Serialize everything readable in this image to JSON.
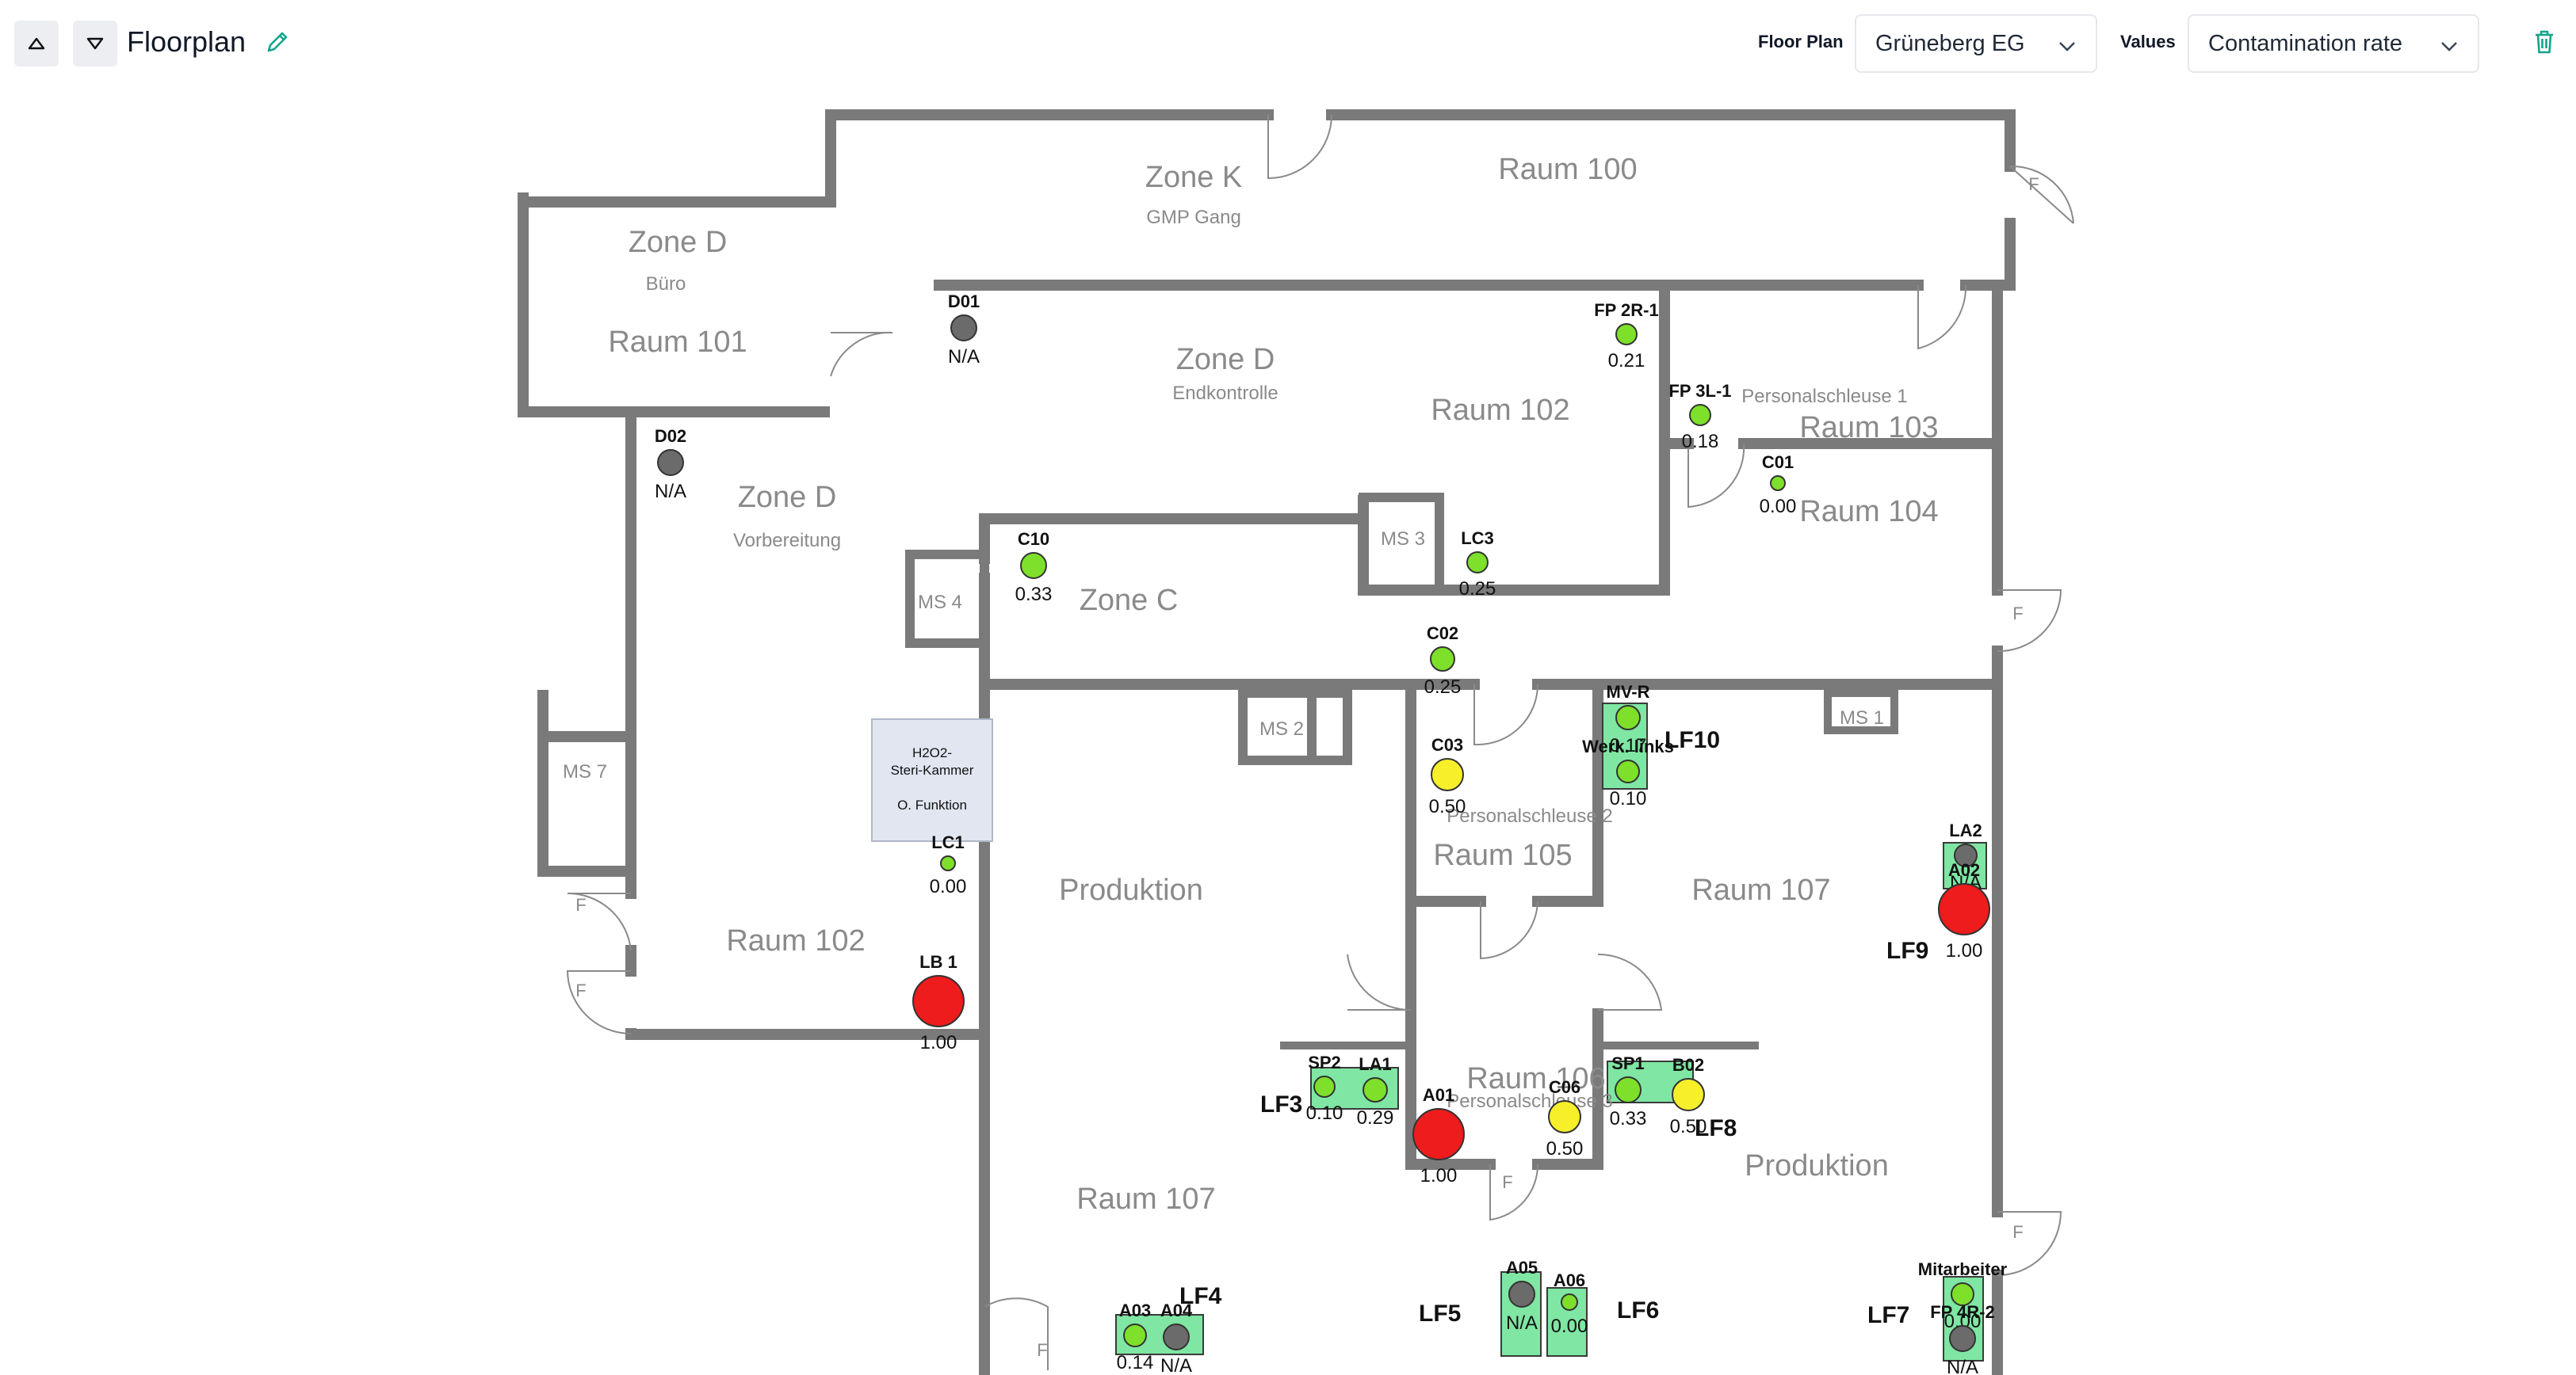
{
  "header": {
    "title": "Floorplan",
    "floor_plan_label": "Floor Plan",
    "floor_plan_value": "Grüneberg EG",
    "values_label": "Values",
    "values_value": "Contamination rate"
  },
  "icons": {
    "up": "triangle-up-icon",
    "down": "triangle-down-icon",
    "edit": "pencil-icon",
    "chevron": "chevron-down-icon",
    "delete": "trash-icon"
  },
  "colors": {
    "accent": "#15a38a",
    "wall": "#7a7a7a",
    "sensor_green": "#7ee02a",
    "sensor_yellow": "#f6ef2a",
    "sensor_red": "#ee1c1c",
    "sensor_gray": "#6b6b6b",
    "zone_box": "#7fe6a3"
  },
  "plan": {
    "rooms": [
      {
        "name": "Zone K",
        "size": 38
      },
      {
        "name": "GMP Gang",
        "size": 24,
        "sub": true
      },
      {
        "name": "Raum 100",
        "size": 38
      },
      {
        "name": "Zone D",
        "size": 38
      },
      {
        "name": "Büro",
        "size": 24,
        "sub": true
      },
      {
        "name": "Raum 101",
        "size": 38
      },
      {
        "name": "Zone D",
        "size": 38
      },
      {
        "name": "Endkontrolle",
        "size": 24,
        "sub": true
      },
      {
        "name": "Raum 102",
        "size": 38
      },
      {
        "name": "Personalschleuse  1",
        "size": 24,
        "sub": true
      },
      {
        "name": "Raum 103",
        "size": 38
      },
      {
        "name": "Raum 104",
        "size": 38
      },
      {
        "name": "Zone D",
        "size": 38
      },
      {
        "name": "Vorbereitung",
        "size": 24,
        "sub": true
      },
      {
        "name": "Zone C",
        "size": 38
      },
      {
        "name": "MS 3",
        "size": 24,
        "sub": true
      },
      {
        "name": "MS 4",
        "size": 24,
        "sub": true
      },
      {
        "name": "MS 2",
        "size": 24,
        "sub": true
      },
      {
        "name": "MS 1",
        "size": 24,
        "sub": true
      },
      {
        "name": "MS 7",
        "size": 24,
        "sub": true
      },
      {
        "name": "Personalschleuse  2",
        "size": 24,
        "sub": true
      },
      {
        "name": "Raum 105",
        "size": 38
      },
      {
        "name": "Produktion",
        "size": 38
      },
      {
        "name": "Raum 107",
        "size": 38
      },
      {
        "name": "Raum 102",
        "size": 38
      },
      {
        "name": "Raum 106",
        "size": 38
      },
      {
        "name": "Personalschleuse  3",
        "size": 24,
        "sub": true
      },
      {
        "name": "Produktion",
        "size": 38
      },
      {
        "name": "Raum 107",
        "size": 38
      }
    ],
    "door_labels": [
      "F",
      "F",
      "F",
      "F",
      "F",
      "F",
      "F"
    ],
    "steri_box": {
      "line1": "H2O2-",
      "line2": "Steri-Kammer",
      "line3": "O. Funktion"
    },
    "sensors": [
      {
        "label": "D01",
        "value": "N/A",
        "status": "gray"
      },
      {
        "label": "D02",
        "value": "N/A",
        "status": "gray"
      },
      {
        "label": "FP 2R-1",
        "value": "0.21",
        "status": "green"
      },
      {
        "label": "FP 3L-1",
        "value": "0.18",
        "status": "green"
      },
      {
        "label": "C01",
        "value": "0.00",
        "status": "green"
      },
      {
        "label": "C10",
        "value": "0.33",
        "status": "green"
      },
      {
        "label": "LC3",
        "value": "0.25",
        "status": "green"
      },
      {
        "label": "C02",
        "value": "0.25",
        "status": "green"
      },
      {
        "label": "LC1",
        "value": "0.00",
        "status": "green"
      },
      {
        "label": "LB 1",
        "value": "1.00",
        "status": "red"
      },
      {
        "label": "C03",
        "value": "0.50",
        "status": "yellow"
      },
      {
        "label": "MV-R",
        "value": "0.17",
        "status": "green"
      },
      {
        "label": "Werk. links",
        "value": "0.10",
        "status": "green"
      },
      {
        "label": "LA2",
        "value": "N/A",
        "status": "gray"
      },
      {
        "label": "A02",
        "value": "1.00",
        "status": "red"
      },
      {
        "label": "SP2",
        "value": "0.10",
        "status": "green"
      },
      {
        "label": "LA1",
        "value": "0.29",
        "status": "green"
      },
      {
        "label": "A01",
        "value": "1.00",
        "status": "red"
      },
      {
        "label": "C06",
        "value": "0.50",
        "status": "yellow"
      },
      {
        "label": "SP1",
        "value": "0.33",
        "status": "green"
      },
      {
        "label": "B02",
        "value": "0.50",
        "status": "yellow"
      },
      {
        "label": "A05",
        "value": "N/A",
        "status": "gray"
      },
      {
        "label": "A06",
        "value": "0.00",
        "status": "green"
      },
      {
        "label": "A03",
        "value": "0.14",
        "status": "green"
      },
      {
        "label": "A04",
        "value": "N/A",
        "status": "gray"
      },
      {
        "label": "Mitarbeiter",
        "value": "0.00",
        "status": "green"
      },
      {
        "label": "FP 4R-2",
        "value": "N/A",
        "status": "gray"
      }
    ],
    "lf_labels": [
      "LF10",
      "LF9",
      "LF3",
      "LF8",
      "LF4",
      "LF5",
      "LF6",
      "LF7"
    ]
  }
}
